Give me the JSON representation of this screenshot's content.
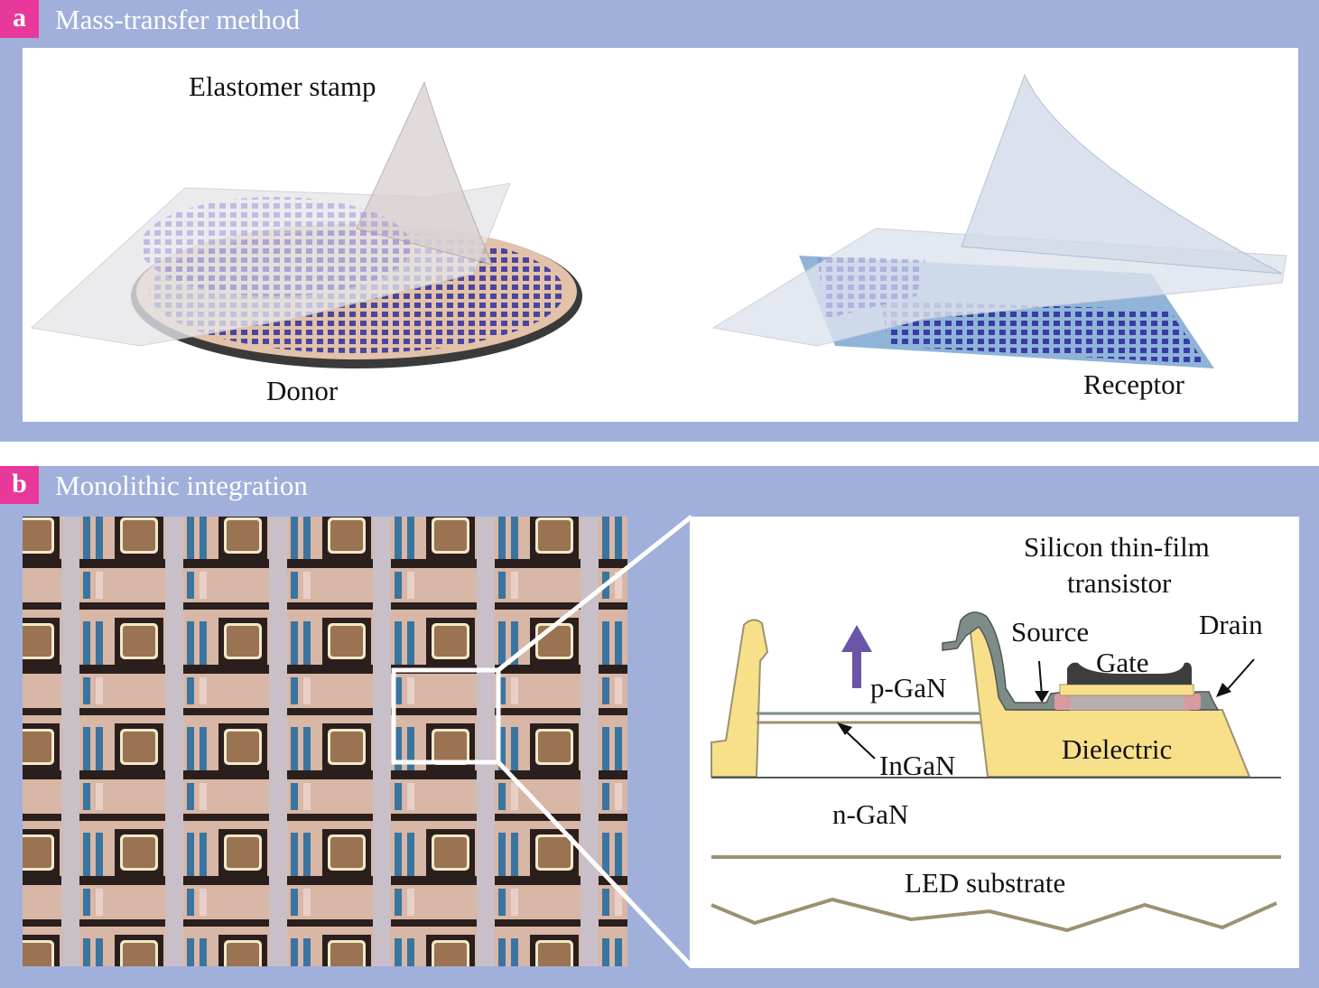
{
  "panel_a": {
    "badge": "a",
    "title": "Mass-transfer method",
    "labels": {
      "elastomer_stamp": "Elastomer stamp",
      "donor": "Donor",
      "receptor": "Receptor"
    }
  },
  "panel_b": {
    "badge": "b",
    "title": "Monolithic integration",
    "labels": {
      "tft_line1": "Silicon thin-film",
      "tft_line2": "transistor",
      "source": "Source",
      "drain": "Drain",
      "gate": "Gate",
      "p_gan": "p-GaN",
      "ingan": "InGaN",
      "dielectric": "Dielectric",
      "n_gan": "n-GaN",
      "led_substrate": "LED substrate"
    }
  },
  "colors": {
    "panel_bg": "#a0b0db",
    "badge": "#e8389a",
    "dielectric": "#f8e08a",
    "metal": "#7d8c88",
    "gate": "#3d3d3d",
    "contact": "#d99aa0",
    "channel": "#b8aeb0",
    "arrow": "#6a55a8",
    "substrate_line": "#9c9170"
  }
}
